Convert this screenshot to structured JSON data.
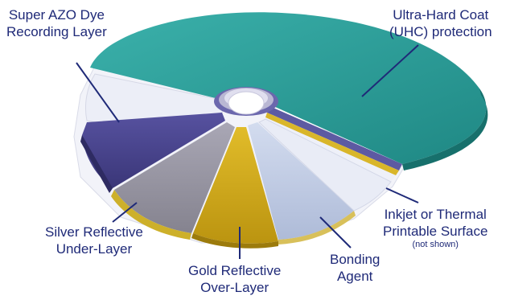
{
  "labels": {
    "uhc": {
      "line1": "Ultra-Hard Coat",
      "line2": "(UHC) protection"
    },
    "azo": {
      "line1": "Super AZO Dye",
      "line2": "Recording Layer"
    },
    "inkjet": {
      "line1": "Inkjet or Thermal",
      "line2": "Printable Surface",
      "note": "(not shown)"
    },
    "bonding": {
      "line1": "Bonding",
      "line2": "Agent"
    },
    "gold": {
      "line1": "Gold Reflective",
      "line2": "Over-Layer"
    },
    "silver": {
      "line1": "Silver Reflective",
      "line2": "Under-Layer"
    }
  },
  "colors": {
    "uhc_teal": "#2f9f9a",
    "azo_purple": "#4a4590",
    "silver_gray": "#9a98a6",
    "gold": "#d4ad18",
    "bonding_lightblue": "#c4cfe6",
    "printable_white": "#eef0f8",
    "label_text": "#1f2a78",
    "leader_line": "#1f2a78"
  }
}
